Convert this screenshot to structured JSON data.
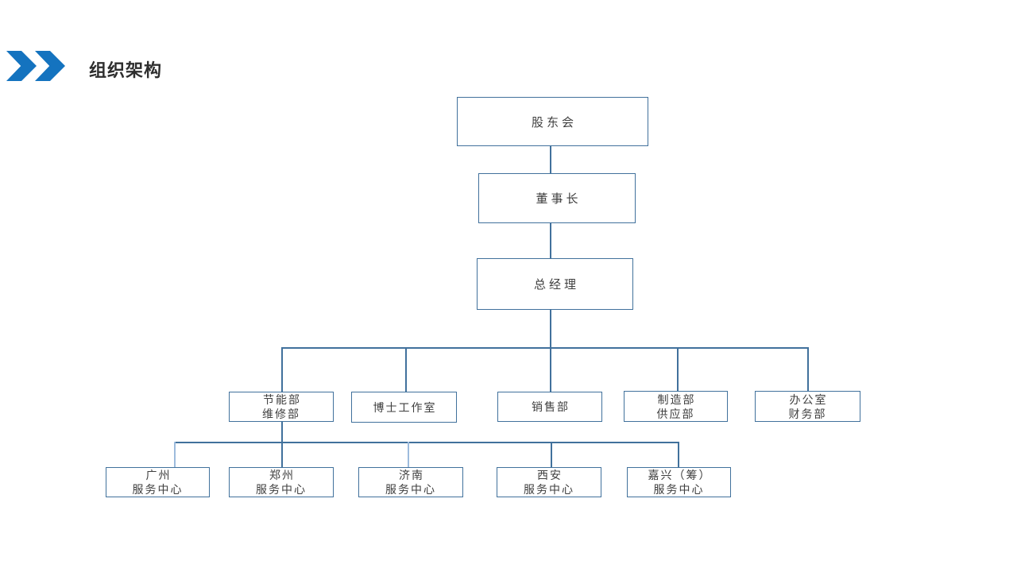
{
  "slide": {
    "title": "组织架构"
  },
  "org_chart": {
    "nodes": {
      "shareholders": "股东会",
      "chairman": "董事长",
      "general_manager": "总经理",
      "energy_maintenance": "节能部\n维修部",
      "phd_studio": "博士工作室",
      "sales": "销售部",
      "manufacturing_supply": "制造部\n供应部",
      "office_finance": "办公室\n财务部",
      "guangzhou_center": "广州\n服务中心",
      "zhengzhou_center": "郑州\n服务中心",
      "jinan_center": "济南\n服务中心",
      "xian_center": "西安\n服务中心",
      "jiaxing_center": "嘉兴（筹）\n服务中心"
    },
    "colors": {
      "accent_chevron_blue": "#1473BF",
      "box_border_blue": "#41719C",
      "connector_blue": "#41719C",
      "connector_light_blue": "#9DBBDD",
      "title_text": "#2E2E2E",
      "node_text": "#3F3F3F"
    }
  }
}
